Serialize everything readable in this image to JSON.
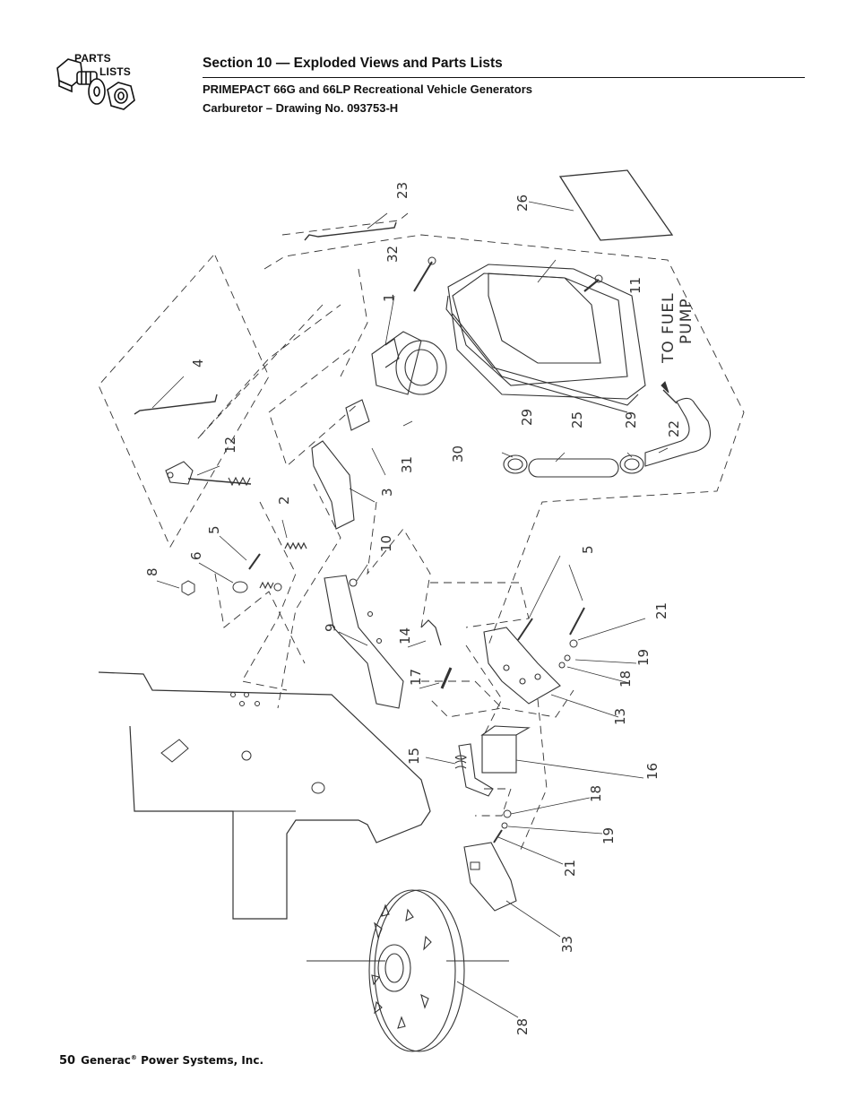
{
  "logo": {
    "line1": "PARTS",
    "line2": "LISTS"
  },
  "header": {
    "section_title": "Section 10 — Exploded Views and Parts Lists",
    "model_line": "PRIMEPACT 66G and 66LP Recreational Vehicle Generators",
    "drawing_line": "Carburetor – Drawing No. 093753-H"
  },
  "diagram": {
    "fuel_line1": "TO FUEL",
    "fuel_line2": "PUMP",
    "callouts": [
      "23",
      "26",
      "32",
      "1",
      "11",
      "4",
      "29",
      "25",
      "29",
      "22",
      "12",
      "30",
      "31",
      "3",
      "2",
      "5",
      "6",
      "10",
      "5",
      "8",
      "21",
      "9",
      "14",
      "19",
      "18",
      "17",
      "13",
      "15",
      "16",
      "18",
      "19",
      "21",
      "33",
      "28"
    ]
  },
  "footer": {
    "page_number": "50",
    "company": "Generac",
    "company_suffix": "Power Systems, Inc."
  },
  "colors": {
    "ink": "#111111",
    "line": "#333333"
  }
}
